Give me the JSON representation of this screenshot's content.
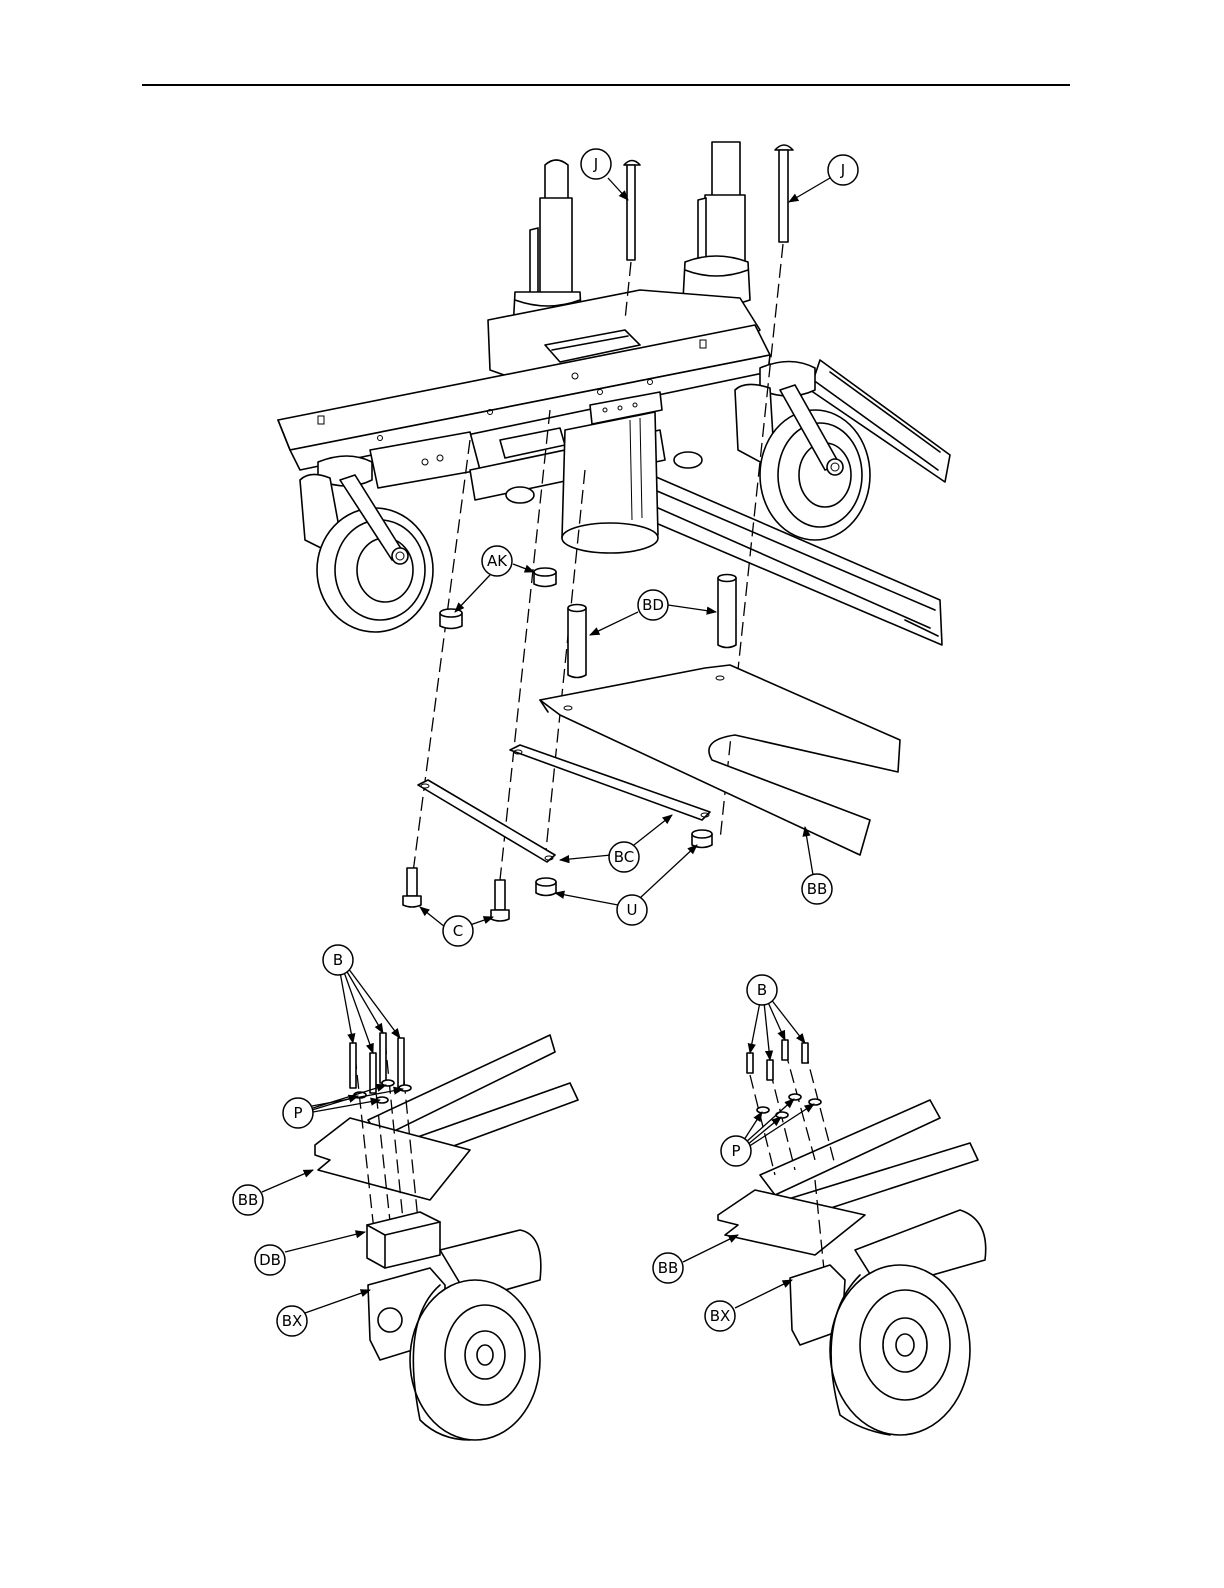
{
  "callouts": {
    "J": "J",
    "AK": "AK",
    "BD": "BD",
    "BB": "BB",
    "BC": "BC",
    "U": "U",
    "C": "C",
    "B": "B",
    "P": "P",
    "DB": "DB",
    "BX": "BX"
  }
}
